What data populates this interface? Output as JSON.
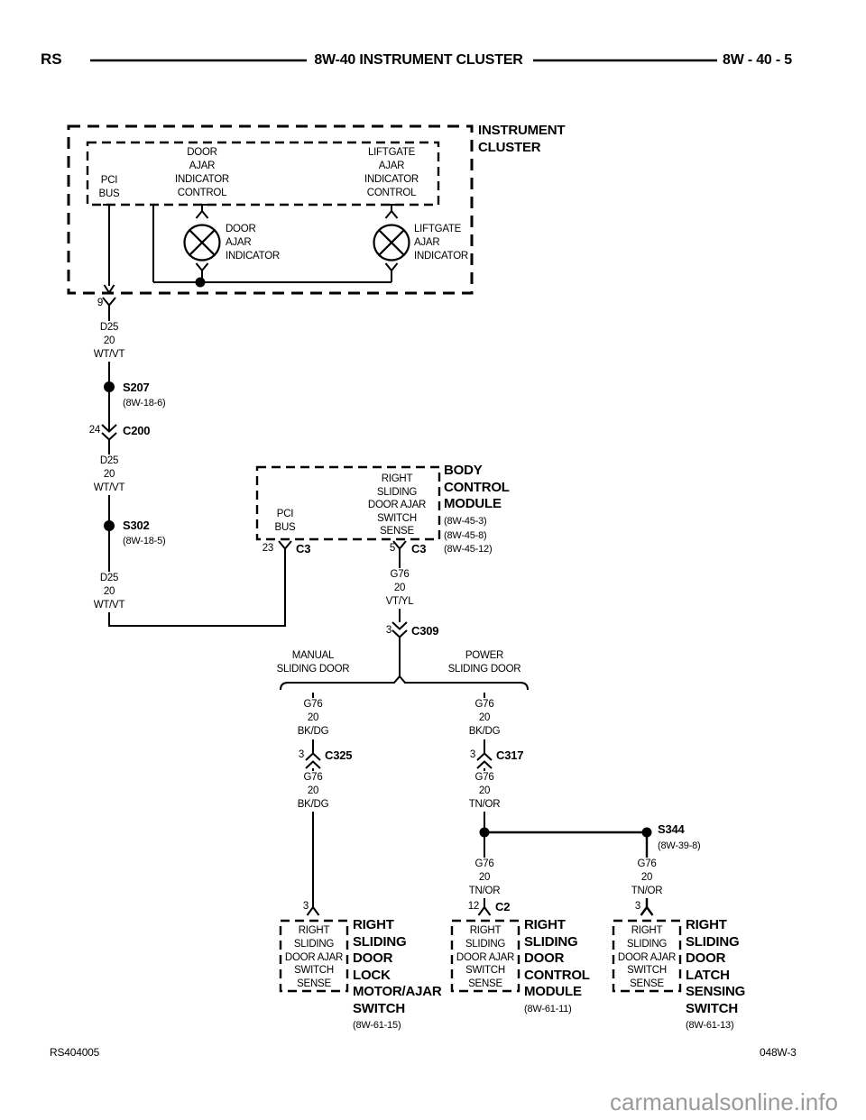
{
  "colors": {
    "ink": "#000000",
    "paper": "#ffffff",
    "watermark_gray": "#9a9a9a"
  },
  "header": {
    "rs": "RS",
    "title": "8W-40 INSTRUMENT CLUSTER",
    "page": "8W - 40 - 5"
  },
  "cluster": {
    "name": "INSTRUMENT\nCLUSTER",
    "pci": "PCI\nBUS",
    "door_ctrl": "DOOR\nAJAR\nINDICATOR\nCONTROL",
    "lift_ctrl": "LIFTGATE\nAJAR\nINDICATOR\nCONTROL",
    "door_lamp": "DOOR\nAJAR\nINDICATOR",
    "lift_lamp": "LIFTGATE\nAJAR\nINDICATOR",
    "pin": "9"
  },
  "run1": {
    "wire1": "D25\n20\nWT/VT",
    "s207": {
      "id": "S207",
      "ref": "(8W-18-6)"
    },
    "c200": {
      "pin": "24",
      "id": "C200"
    },
    "wire2": "D25\n20\nWT/VT",
    "s302": {
      "id": "S302",
      "ref": "(8W-18-5)"
    },
    "wire3": "D25\n20\nWT/VT"
  },
  "bcm": {
    "name": "BODY\nCONTROL\nMODULE",
    "refs": "(8W-45-3)\n(8W-45-8)\n(8W-45-12)",
    "pci": "PCI\nBUS",
    "sense": "RIGHT\nSLIDING\nDOOR AJAR\nSWITCH\nSENSE",
    "pin23": {
      "pin": "23",
      "id": "C3"
    },
    "pin5": {
      "pin": "5",
      "id": "C3"
    }
  },
  "center": {
    "wire": "G76\n20\nVT/YL",
    "c309": {
      "pin": "3",
      "id": "C309"
    },
    "manual": "MANUAL\nSLIDING DOOR",
    "power": "POWER\nSLIDING DOOR"
  },
  "manual": {
    "wire1": "G76\n20\nBK/DG",
    "c325": {
      "pin": "3",
      "id": "C325"
    },
    "wire2": "G76\n20\nBK/DG",
    "pin": "3",
    "box_sense": "RIGHT\nSLIDING\nDOOR AJAR\nSWITCH\nSENSE",
    "label": "RIGHT\nSLIDING\nDOOR\nLOCK\nMOTOR/AJAR\nSWITCH",
    "ref": "(8W-61-15)"
  },
  "power": {
    "wire1": "G76\n20\nBK/DG",
    "c317": {
      "pin": "3",
      "id": "C317"
    },
    "wire2": "G76\n20\nTN/OR",
    "s344": {
      "id": "S344",
      "ref": "(8W-39-8)"
    },
    "wire3": "G76\n20\nTN/OR",
    "c2": {
      "pin": "12",
      "id": "C2"
    },
    "box_sense": "RIGHT\nSLIDING\nDOOR AJAR\nSWITCH\nSENSE",
    "label": "RIGHT\nSLIDING\nDOOR\nCONTROL\nMODULE",
    "ref": "(8W-61-11)"
  },
  "latch": {
    "wire": "G76\n20\nTN/OR",
    "pin": "3",
    "box_sense": "RIGHT\nSLIDING\nDOOR AJAR\nSWITCH\nSENSE",
    "label": "RIGHT\nSLIDING\nDOOR\nLATCH\nSENSING\nSWITCH",
    "ref": "(8W-61-13)"
  },
  "footer": {
    "left": "RS404005",
    "right": "048W-3",
    "watermark": "carmanualsonline.info"
  }
}
